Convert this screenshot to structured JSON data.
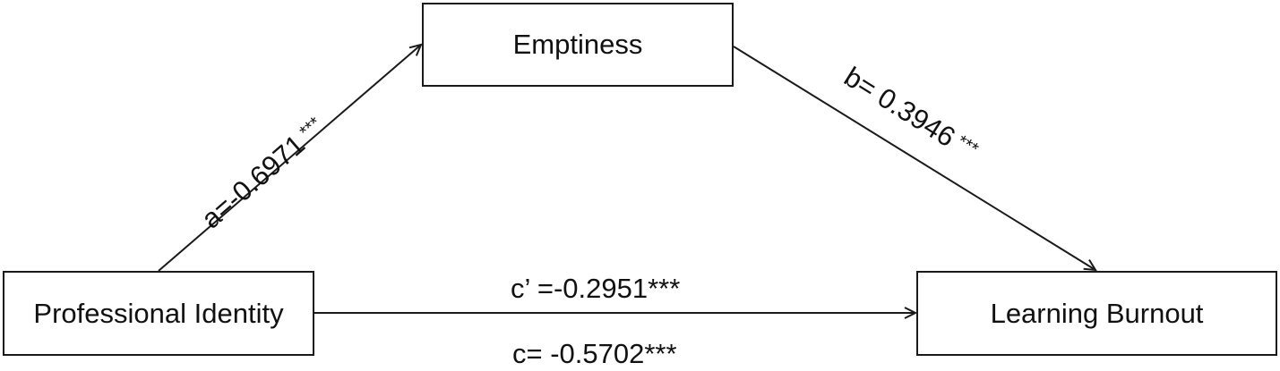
{
  "diagram": {
    "type": "mediation-model",
    "nodes": {
      "mediator": {
        "label": "Emptiness"
      },
      "independent": {
        "label": "Professional Identity"
      },
      "dependent": {
        "label": "Learning Burnout"
      }
    },
    "paths": {
      "a": {
        "from": "Professional Identity",
        "to": "Emptiness",
        "label": "a=-0.6971",
        "significance": "***"
      },
      "b": {
        "from": "Emptiness",
        "to": "Learning Burnout",
        "label": "b= 0.3946",
        "significance": "***"
      },
      "c_prime": {
        "from": "Professional Identity",
        "to": "Learning Burnout",
        "label": "c’ =-0.2951***"
      },
      "c": {
        "label": "c= -0.5702***"
      }
    },
    "colors": {
      "line": "#1a1a1a",
      "background": "#ffffff",
      "text": "#111111"
    }
  }
}
